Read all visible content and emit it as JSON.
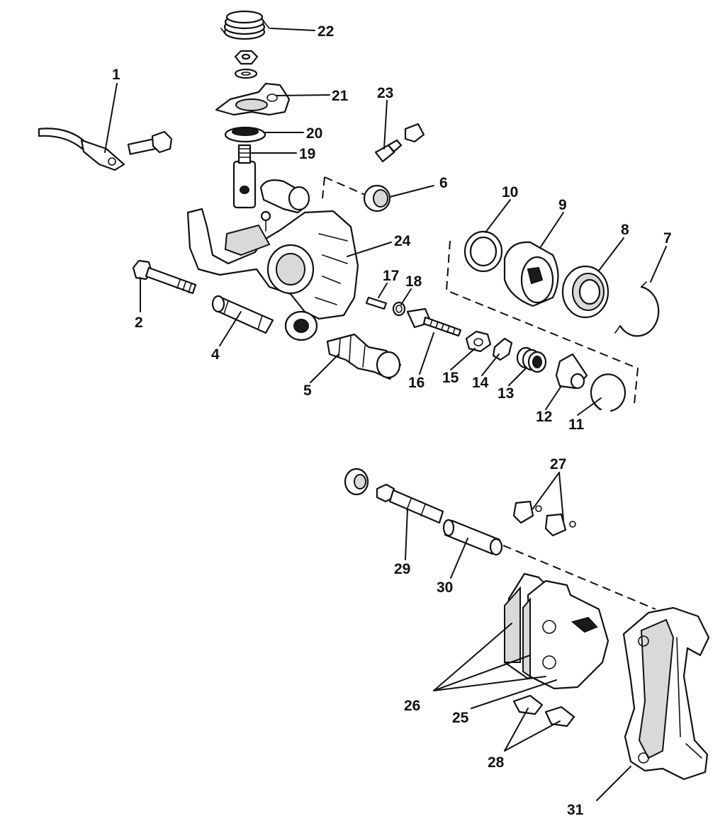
{
  "callouts": {
    "c1": "1",
    "c2": "2",
    "c4": "4",
    "c5": "5",
    "c6": "6",
    "c7": "7",
    "c8": "8",
    "c9": "9",
    "c10": "10",
    "c11": "11",
    "c12": "12",
    "c13": "13",
    "c14": "14",
    "c15": "15",
    "c16": "16",
    "c17": "17",
    "c18": "18",
    "c19": "19",
    "c20": "20",
    "c21": "21",
    "c22": "22",
    "c23": "23",
    "c24": "24",
    "c25": "25",
    "c26": "26",
    "c27": "27",
    "c28": "28",
    "c29": "29",
    "c30": "30",
    "c31": "31"
  }
}
